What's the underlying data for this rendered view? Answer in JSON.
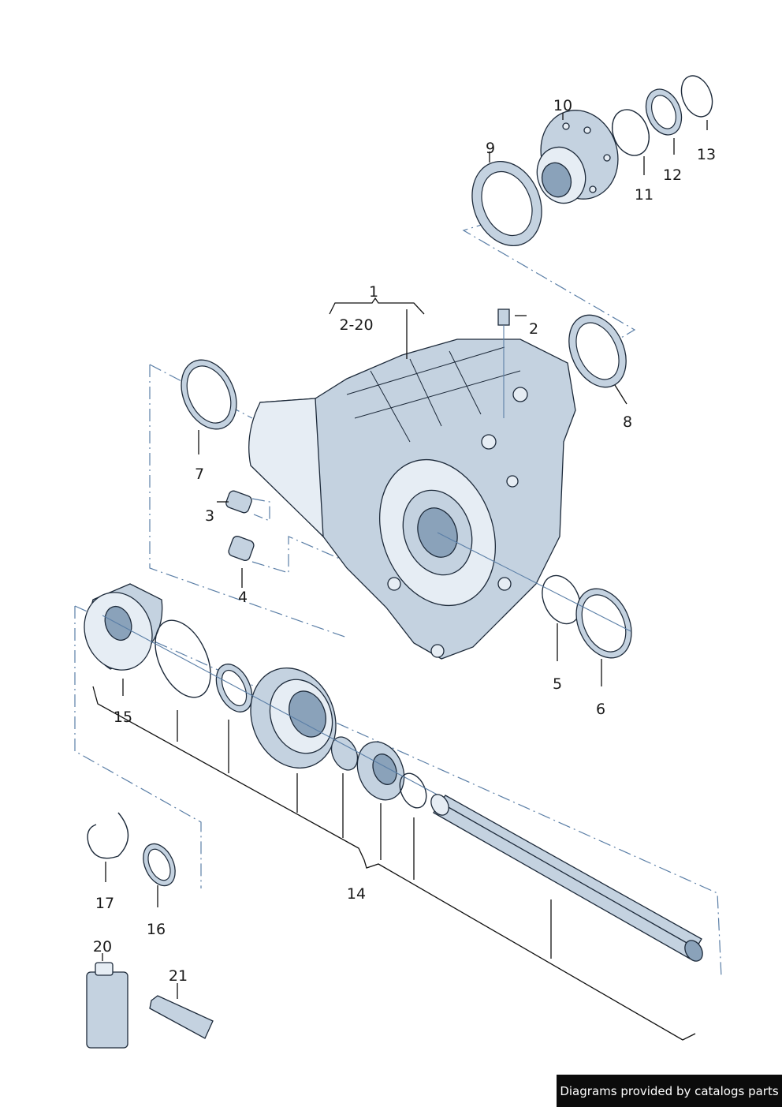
{
  "labels": {
    "p1": "1",
    "p1_range": "2-20",
    "p2": "2",
    "p3": "3",
    "p4": "4",
    "p5": "5",
    "p6": "6",
    "p7": "7",
    "p8": "8",
    "p9": "9",
    "p10": "10",
    "p11": "11",
    "p12": "12",
    "p13": "13",
    "p14": "14",
    "p15": "15",
    "p16": "16",
    "p17": "17",
    "p20": "20",
    "p21": "21"
  },
  "footer": {
    "text": "Diagrams provided by catalogs parts"
  },
  "colors": {
    "part_fill": "#c4d2e0",
    "part_outline": "#1d2a3a",
    "dash_line": "#5a7ea6",
    "footer_bg": "#0b0b0b"
  },
  "icons": {
    "housing": "transfer-case-housing-icon",
    "shaft": "splined-shaft-icon",
    "bottle": "oil-bottle-icon",
    "tube": "grease-tube-icon"
  }
}
